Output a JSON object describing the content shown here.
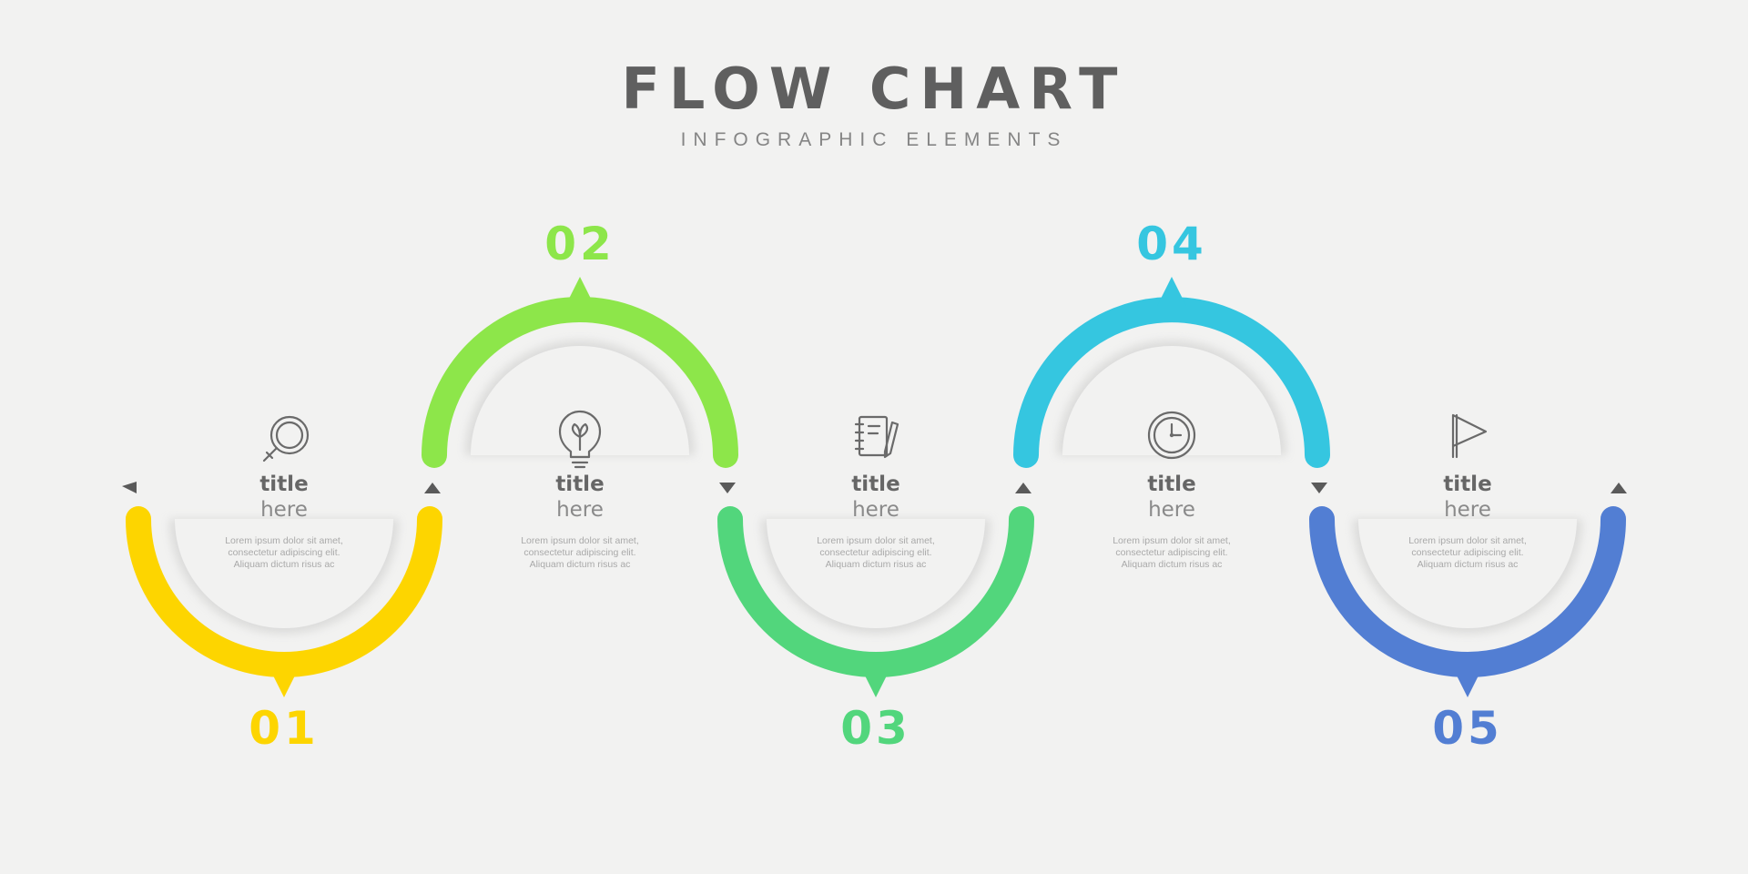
{
  "header": {
    "title": "FLOW CHART",
    "subtitle": "INFOGRAPHIC ELEMENTS"
  },
  "steps": [
    {
      "number": "01",
      "title": "title",
      "subtitle": "here",
      "description": [
        "Lorem ipsum dolor sit amet,",
        "consectetur adipiscing elit.",
        "Aliquam dictum risus ac"
      ],
      "icon": "search-icon",
      "color": "#fdd500"
    },
    {
      "number": "02",
      "title": "title",
      "subtitle": "here",
      "description": [
        "Lorem ipsum dolor sit amet,",
        "consectetur adipiscing elit.",
        "Aliquam dictum risus ac"
      ],
      "icon": "lightbulb-icon",
      "color": "#8de64a"
    },
    {
      "number": "03",
      "title": "title",
      "subtitle": "here",
      "description": [
        "Lorem ipsum dolor sit amet,",
        "consectetur adipiscing elit.",
        "Aliquam dictum risus ac"
      ],
      "icon": "notebook-icon",
      "color": "#52d67c"
    },
    {
      "number": "04",
      "title": "title",
      "subtitle": "here",
      "description": [
        "Lorem ipsum dolor sit amet,",
        "consectetur adipiscing elit.",
        "Aliquam dictum risus ac"
      ],
      "icon": "clock-icon",
      "color": "#35c6e0"
    },
    {
      "number": "05",
      "title": "title",
      "subtitle": "here",
      "description": [
        "Lorem ipsum dolor sit amet,",
        "consectetur adipiscing elit.",
        "Aliquam dictum risus ac"
      ],
      "icon": "flag-icon",
      "color": "#527ed3"
    }
  ]
}
